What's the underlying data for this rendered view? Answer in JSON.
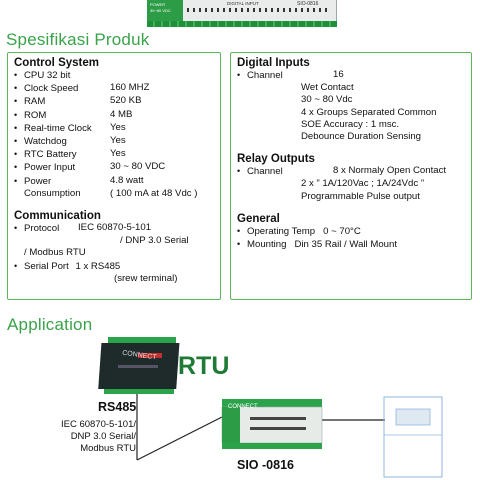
{
  "top_device": {
    "label_power": "POWER",
    "label_dc": "30~80 VDC",
    "label_digital": "DIGITAL INPUT",
    "label_model": "SIO-0816"
  },
  "spec_title": "Spesifikasi Produk",
  "control_system": {
    "heading": "Control System",
    "items": [
      {
        "label": "CPU 32 bit",
        "value": ""
      },
      {
        "label": "Clock Speed",
        "value": "160 MHZ"
      },
      {
        "label": "RAM",
        "value": "520 KB"
      },
      {
        "label": "ROM",
        "value": "4 MB"
      },
      {
        "label": "Real-time Clock",
        "value": "Yes"
      },
      {
        "label": "Watchdog",
        "value": "Yes"
      },
      {
        "label": "RTC Battery",
        "value": "Yes"
      },
      {
        "label": "Power Input",
        "value": "30 ~ 80 VDC"
      },
      {
        "label": "Power",
        "value": "4.8 watt"
      }
    ],
    "consumption_label": "Consumption",
    "consumption_value": "( 100 mA at 48 Vdc )"
  },
  "communication": {
    "heading": "Communication",
    "protocol_label": "Protocol",
    "protocol_value": "IEC 60870-5-101",
    "protocol_line2": "/ DNP 3.0 Serial",
    "protocol_line3": "/ Modbus RTU",
    "serial_label": "Serial Port",
    "serial_value": "1 x RS485",
    "serial_line2": "(srew terminal)"
  },
  "digital_inputs": {
    "heading": "Digital Inputs",
    "channel_label": "Channel",
    "channel_value": "16",
    "lines": [
      "Wet Contact",
      "30 ~ 80 Vdc",
      "4 x Groups Separated Common",
      "SOE Accuracy : 1 msc.",
      "Debounce Duration Sensing"
    ]
  },
  "relay_outputs": {
    "heading": "Relay Outputs",
    "channel_label": "Channel",
    "channel_value": "8 x Normaly Open Contact",
    "lines": [
      "2 x ” 1A/120Vac ; 1A/24Vdc ”",
      "Programmable Pulse output"
    ]
  },
  "general": {
    "heading": "General",
    "items": [
      {
        "label": "Operating Temp",
        "value": "0 ~ 70°C"
      },
      {
        "label": "Mounting",
        "value": "Din 35 Rail / Wall Mount"
      }
    ]
  },
  "application_title": "Application",
  "diagram": {
    "rtu_label": "RTU",
    "rs485_label": "RS485",
    "protocol_lines": [
      "IEC 60870-5-101/",
      "DNP 3.0 Serial/",
      "Modbus RTU"
    ],
    "sio_label": "SIO -0816",
    "device_brand": "CONNECT"
  }
}
